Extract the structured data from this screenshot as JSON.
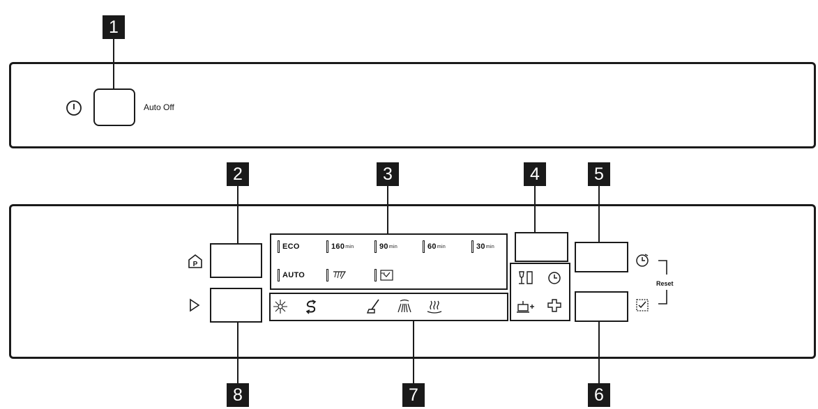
{
  "callouts": [
    "1",
    "2",
    "3",
    "4",
    "5",
    "6",
    "7",
    "8"
  ],
  "top_panel": {
    "auto_off_label": "Auto Off"
  },
  "programmes": [
    {
      "name": "ECO",
      "unit": ""
    },
    {
      "name": "160",
      "unit": "min"
    },
    {
      "name": "90",
      "unit": "min"
    },
    {
      "name": "60",
      "unit": "min"
    },
    {
      "name": "30",
      "unit": "min"
    },
    {
      "name": "AUTO",
      "unit": ""
    }
  ],
  "reset_label": "Reset",
  "icons": {
    "power": "power-icon",
    "programme": "programme-house-icon",
    "start": "play-triangle-icon",
    "delay": "clock-icon",
    "extra": "checkbox-icon"
  }
}
